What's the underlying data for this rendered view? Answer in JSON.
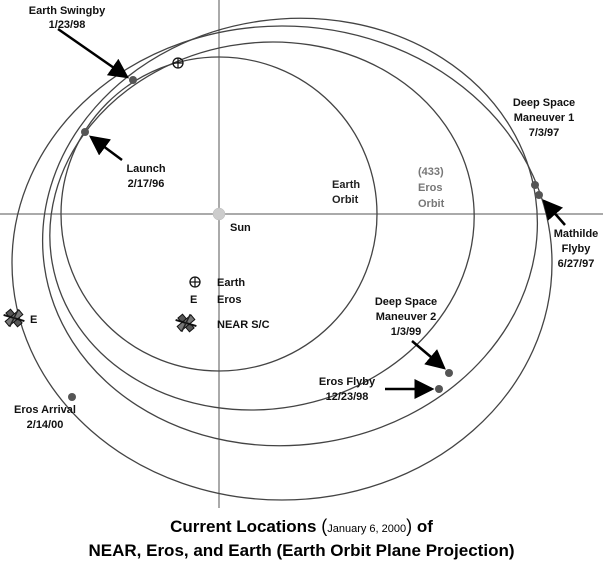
{
  "title": {
    "line1_prefix": "Current Locations",
    "date": "January 6, 2000",
    "line1_suffix": "of",
    "line2": "NEAR, Eros, and Earth (Earth Orbit Plane Projection)"
  },
  "labels": {
    "sun": "Sun",
    "earth_orbit": [
      "Earth",
      "Orbit"
    ],
    "eros_orbit": [
      "(433)",
      "Eros",
      "Orbit"
    ],
    "earth_swingby": [
      "Earth Swingby",
      "1/23/98"
    ],
    "launch": [
      "Launch",
      "2/17/96"
    ],
    "dsm1": [
      "Deep Space",
      "Maneuver 1",
      "7/3/97"
    ],
    "mathilde": [
      "Mathilde",
      "Flyby",
      "6/27/97"
    ],
    "dsm2": [
      "Deep Space",
      "Maneuver 2",
      "1/3/99"
    ],
    "eros_flyby": [
      "Eros Flyby",
      "12/23/98"
    ],
    "eros_arrival": [
      "Eros Arrival",
      "2/14/00"
    ],
    "spacecraft_marker": "E"
  },
  "legend": {
    "earth": "Earth",
    "eros_symbol": "E",
    "eros": "Eros",
    "near": "NEAR S/C"
  },
  "icons": {
    "earth": "earth-symbol-icon",
    "spacecraft": "spacecraft-icon",
    "sun": "sun-icon"
  },
  "colors": {
    "orbit": "#444444",
    "event_dot": "#555555",
    "sun": "#cccccc"
  }
}
